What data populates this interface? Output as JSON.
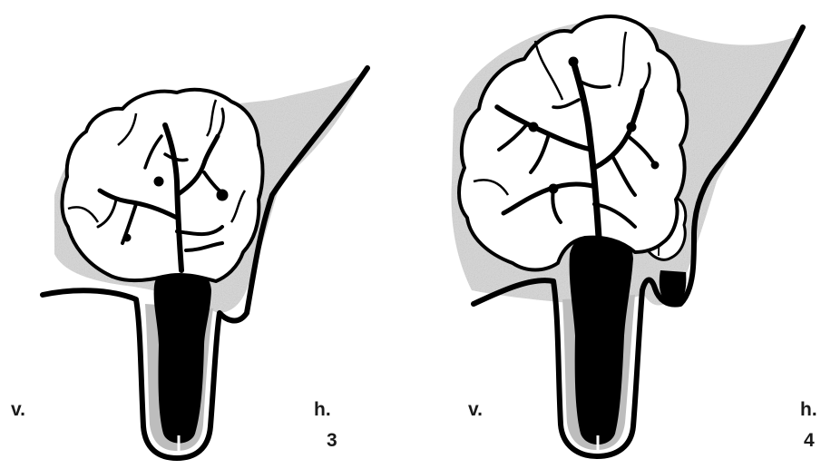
{
  "figures": [
    {
      "id": "3",
      "left_label": "v.",
      "right_label": "h.",
      "number": "3"
    },
    {
      "id": "4",
      "left_label": "v.",
      "right_label": "h.",
      "number": "4"
    }
  ]
}
